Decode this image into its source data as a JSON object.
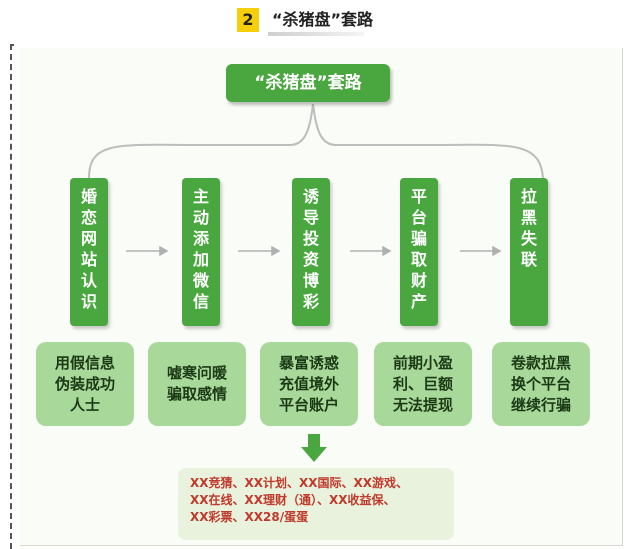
{
  "header": {
    "number": "2",
    "title": "“杀猪盘”套路"
  },
  "root": "“杀猪盘”套路",
  "steps": [
    {
      "chars": [
        "婚",
        "恋",
        "网",
        "站",
        "认",
        "识"
      ]
    },
    {
      "chars": [
        "主",
        "动",
        "添",
        "加",
        "微",
        "信"
      ]
    },
    {
      "chars": [
        "诱",
        "导",
        "投",
        "资",
        "博",
        "彩"
      ]
    },
    {
      "chars": [
        "平",
        "台",
        "骗",
        "取",
        "财",
        "产"
      ]
    },
    {
      "chars": [
        "拉",
        "黑",
        "失",
        "联"
      ]
    }
  ],
  "descriptions": [
    [
      "用假信息",
      "伪装成功",
      "人士"
    ],
    [
      "嘘寒问暖",
      "骗取感情"
    ],
    [
      "暴富诱惑",
      "充值境外",
      "平台账户"
    ],
    [
      "前期小盈",
      "利、巨额",
      "无法提现"
    ],
    [
      "卷款拉黑",
      "换个平台",
      "继续行骗"
    ]
  ],
  "result": [
    "XX竞猜、XX计划、XX国际、XX游戏、",
    "XX在线、XX理财（通）、XX收益保、",
    "XX彩票、XX28/蛋蛋"
  ],
  "colors": {
    "box_green": "#4aa73f",
    "desc_green": "#a8d89a",
    "result_bg": "#e8f2dd",
    "result_text": "#c0392b",
    "badge": "#f5cf0c"
  }
}
